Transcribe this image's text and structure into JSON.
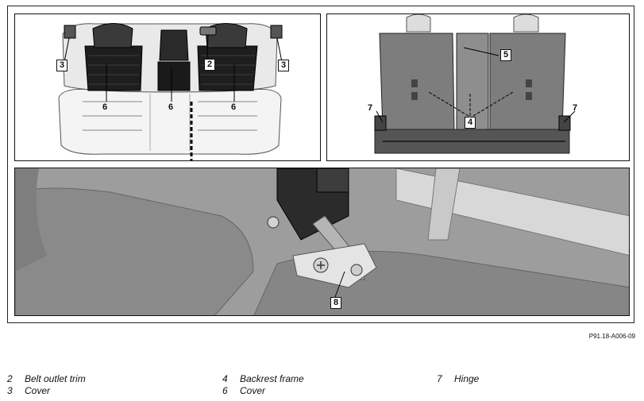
{
  "callouts": {
    "top_left": [
      "3",
      "2",
      "3",
      "6",
      "6",
      "6"
    ],
    "top_right": [
      "5",
      "4",
      "7",
      "7"
    ],
    "bottom": [
      "8"
    ]
  },
  "reference_code": "P91.18-A006-09",
  "legend": [
    {
      "number": "2",
      "text": "Belt outlet trim"
    },
    {
      "number": "3",
      "text": "Cover"
    },
    {
      "number": "4",
      "text": "Backrest frame"
    },
    {
      "number": "6",
      "text": "Cover"
    },
    {
      "number": "7",
      "text": "Hinge"
    }
  ]
}
